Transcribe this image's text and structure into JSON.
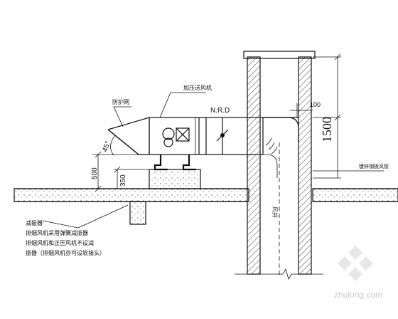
{
  "labels": {
    "fan": "加压送风机",
    "guard_net": "防护网",
    "nrd": "N.R.D",
    "dim_100": "100",
    "dim_1500": "1500",
    "dim_500": "500",
    "dim_350": "350",
    "angle": "45°",
    "steel_plate": "镀锌钢板风管",
    "shaft_mark": "风井",
    "vib_title": "减振器",
    "vib_line1": "排烟风机采用弹簧减振器",
    "vib_line2": "排烟风机和正压风机不设减",
    "vib_line3": "振器（排烟风机亦可设软接头）",
    "watermark": "zhulong.com"
  },
  "colors": {
    "ink": "#111111",
    "watermark": "#c8c8c8"
  }
}
